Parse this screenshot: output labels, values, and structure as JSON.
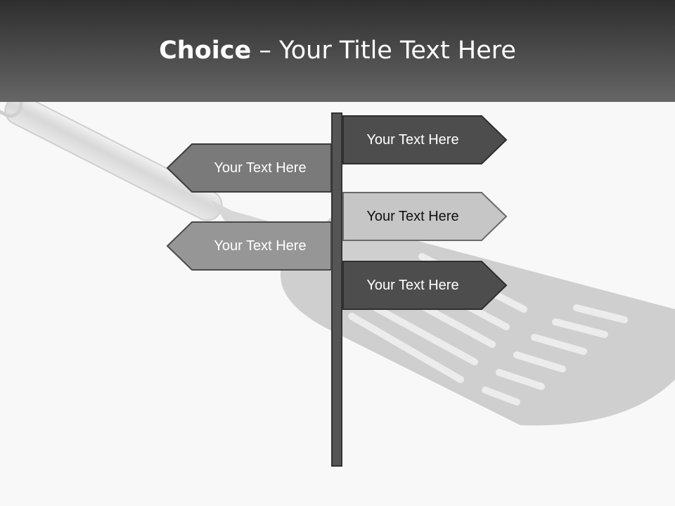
{
  "header": {
    "title_bold": "Choice",
    "title_rest": " – Your Title Text Here"
  },
  "signs": {
    "sign1": {
      "label": "Your Text Here",
      "fill": "#4d4d4d",
      "text_color": "#ffffff"
    },
    "sign2": {
      "label": "Your Text Here",
      "fill": "#7a7a7a",
      "text_color": "#ffffff"
    },
    "sign3": {
      "label": "Your Text Here",
      "fill": "#c6c6c6",
      "text_color": "#111111"
    },
    "sign4": {
      "label": "Your Text Here",
      "fill": "#969696",
      "text_color": "#ffffff"
    },
    "sign5": {
      "label": "Your Text Here",
      "fill": "#4d4d4d",
      "text_color": "#ffffff"
    }
  }
}
